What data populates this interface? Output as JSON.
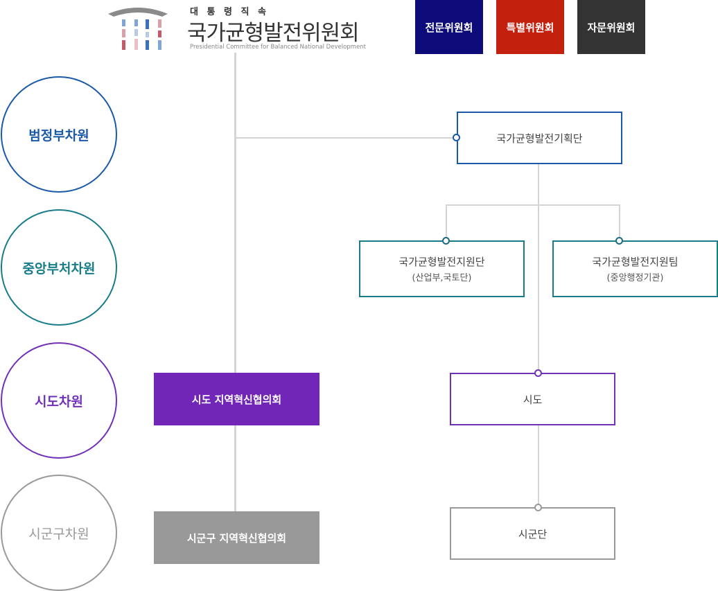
{
  "logo": {
    "sub": "대 통 령 직 속",
    "main": "국가균형발전위원회",
    "eng": "Presidential Committee for Balanced National Development"
  },
  "header_buttons": [
    {
      "label": "전문위원회",
      "color": "#0d0b7a"
    },
    {
      "label": "특별위원회",
      "color": "#c4200e"
    },
    {
      "label": "자문위원회",
      "color": "#333333"
    }
  ],
  "levels": [
    {
      "label": "범정부차원",
      "color": "#1a59a8"
    },
    {
      "label": "중앙부처차원",
      "color": "#177c8a"
    },
    {
      "label": "시도차원",
      "color": "#7030b8"
    },
    {
      "label": "시군구차원",
      "color": "#999999"
    }
  ],
  "planning": {
    "label": "국가균형발전기획단"
  },
  "support_group": {
    "label": "국가균형발전지원단",
    "sub": "(산업부,국토단)"
  },
  "support_team": {
    "label": "국가균형발전지원팀",
    "sub": "(중앙행정기관)"
  },
  "sido_council": {
    "label": "시도 지역혁신협의회",
    "color": "#7226b8"
  },
  "sigungu_council": {
    "label": "시군구 지역혁신협의회",
    "color": "#999999"
  },
  "sido": {
    "label": "시도"
  },
  "sigungun": {
    "label": "시군단"
  }
}
